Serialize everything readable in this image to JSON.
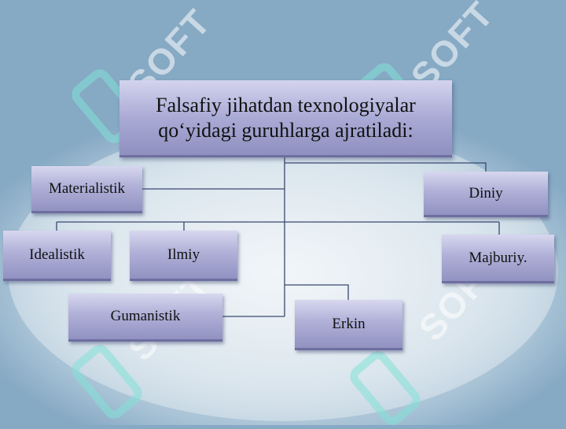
{
  "diagram": {
    "root": "Falsafiy jihatdan texnologiyalar qo‘yidagi guruhlarga ajratiladi:",
    "nodes": {
      "materialistik": "Materialistik",
      "diniy": "Diniy",
      "idealistik": "Idealistik",
      "ilmiy": "Ilmiy",
      "majburiy": "Majburiy.",
      "gumanistik": "Gumanistik",
      "erkin": "Erkin"
    }
  },
  "watermark": {
    "text": "SOFT"
  },
  "colors": {
    "node_fill": "#b0b0d8",
    "connector": "#3a4870",
    "watermark_mark": "#82e1d7"
  }
}
